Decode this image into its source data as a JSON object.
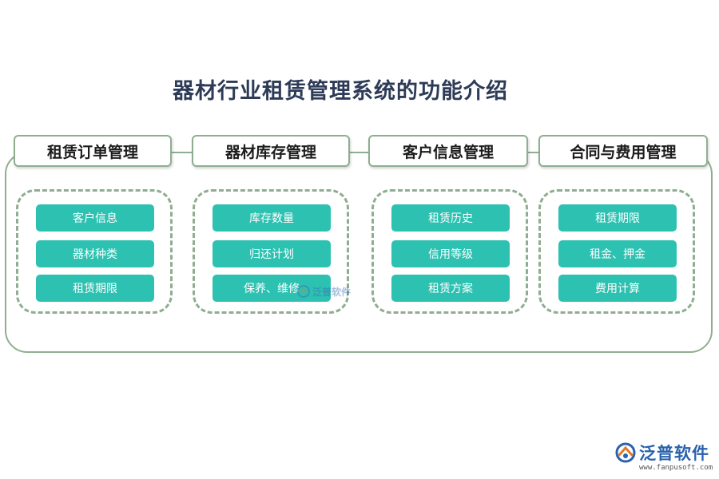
{
  "title": "器材行业租赁管理系统的功能介绍",
  "modules": [
    {
      "header": "租赁订单管理",
      "items": [
        "客户信息",
        "器材种类",
        "租赁期限"
      ]
    },
    {
      "header": "器材库存管理",
      "items": [
        "库存数量",
        "归还计划",
        "保养、维修"
      ]
    },
    {
      "header": "客户信息管理",
      "items": [
        "租赁历史",
        "信用等级",
        "租赁方案"
      ]
    },
    {
      "header": "合同与费用管理",
      "items": [
        "租赁期限",
        "租金、押金",
        "费用计算"
      ]
    }
  ],
  "watermark": "泛普软件",
  "brand": {
    "name": "泛普软件",
    "url": "www.fanpusoft.com"
  },
  "colors": {
    "accent": "#2cc1b1",
    "border": "#8fae91",
    "title": "#2d3b57",
    "brand": "#2a62ad"
  }
}
